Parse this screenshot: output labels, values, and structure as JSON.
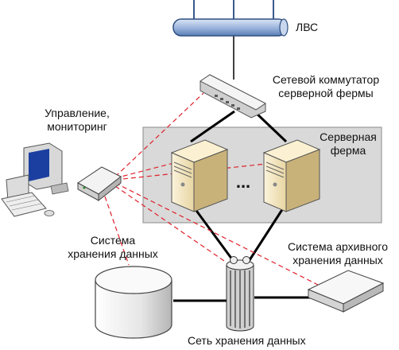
{
  "labels": {
    "lan": "ЛВС",
    "switch": "Сетевой коммутатор серверной фермы",
    "control": "Управление, мониторинг",
    "server_farm": "Серверная ферма",
    "storage_system": "Система хранения данных",
    "archive_system": "Система архивного хранения данных",
    "san": "Сеть хранения данных",
    "server_ellipsis": "..."
  },
  "colors": {
    "farm_fill": "#d9d9d9",
    "lan_pipe": "#9fb8de",
    "connection_solid": "#000000",
    "connection_dashed": "#e0202a",
    "server_body": "#f3e6c0"
  },
  "icons": [
    "lan-pipe-icon",
    "network-switch-icon",
    "workstation-icon",
    "kvm-switch-icon",
    "server-icon",
    "disk-storage-icon",
    "fibre-channel-switch-icon",
    "tape-archive-icon"
  ]
}
